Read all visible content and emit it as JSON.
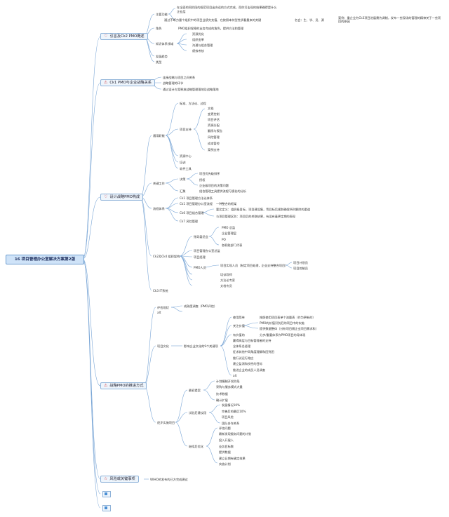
{
  "root": "16 项目管理办公室解决方案第2版",
  "branches": [
    {
      "id": "b1",
      "label": "引言及Ck2 PMO概述",
      "icon": "heart-icon"
    },
    {
      "id": "b2",
      "label": "Ck1 PMO与企业战略关系",
      "icon": "warning-icon"
    },
    {
      "id": "b3",
      "label": "设计战略PMO构成",
      "icon": "heart-icon"
    },
    {
      "id": "b4",
      "label": "战略PMO的推进方式",
      "icon": "warning-icon"
    },
    {
      "id": "b5",
      "label": "风险或关键事项",
      "icon": "star-icon"
    },
    {
      "id": "b6",
      "label": "",
      "icon": "flag-icon"
    },
    {
      "id": "b7",
      "label": "",
      "icon": "flag-icon"
    }
  ],
  "nodes": {
    "n1": "主要功能",
    "n1a": "在全面的同阶段的规范项目出合适的方式完成，而你打击现的结果确得是什么",
    "n1b": "企业层",
    "n1c": "通过不断力量个组织中的项目业绩究充值、在按照本持型性质看量来的关键",
    "n1d": "名会：生、学、员、源",
    "n1e": "案例：重企业为Ck3项目进展需为调制，发布一些现场的管理的精神关于一些项目的原因",
    "n2": "角色",
    "n2a": "PMO组织保障的业务完成的角色，提供方法和管理",
    "n3": "知识体系领域",
    "n3a": "资源优化",
    "n3b": "组织变革",
    "n3c": "沟通与组合管理",
    "n3d": "绩效考核",
    "n4": "发展趋势",
    "n5": "类型",
    "n6": "连接战略与项目之间关系",
    "n7": "战略管理的环节",
    "n8": "通过设计方案释放战略管理落地及战略落地",
    "n9": "通用职能",
    "n9a": "标准、方法论、过程",
    "n9b": "项目支持",
    "n9b1": "文档",
    "n9b2": "变更控制",
    "n9b3": "项目评估",
    "n9b4": "资源分配",
    "n9b5": "翻阅与报告",
    "n9b6": "风险管理",
    "n9b7": "成本管控",
    "n9b8": "案例支持",
    "n9c": "资源中心",
    "n9d": "培训",
    "n9e": "软件工具",
    "n10": "关键工作",
    "n10a": "决策",
    "n10a1": "项目优先级排序",
    "n10a2": "授权",
    "n10a3": "企业级项目的决策问题",
    "n10b": "汇聚",
    "n10b1": "组合管理工具提供流程可视化的分析",
    "n11": "流程体系",
    "n11a": "Ck1 项目管理方法论体系",
    "n11b": "Ck1 项目管理办公室流程",
    "n11b1": "一种整合的框架",
    "n11c": "Ck6 项目组合管理",
    "n11c1": "要比定义：组织级目标，项目建设集，等目标后规划确保所列解除的渠道",
    "n11c2": "与项目管理区别：项目后的关联结果，有设有着更定期的表现",
    "n11d": "Ck7 风险管理",
    "n12": "Ck2及Ck4 组织架构",
    "n12a": "指导委员会",
    "n12a1": "PMO 总监",
    "n12a2": "企业管理层",
    "n12a3": "PO",
    "n12a4": "各职能部门代表",
    "n12b": "项目管理办公室总监",
    "n12c": "项目经理",
    "n12d": "PMO人员",
    "n12d1": "项目实现人员（制定项目处理，企业支持整合项目）",
    "n12d1a": "项目计划员",
    "n12d1b": "项目控制员",
    "n12e": "培训导师",
    "n12f": "方法论专家",
    "n12g": "文档专员",
    "n13": "Ck3 IT系统",
    "n14": "评估现状",
    "n14a": "成熟度调查（PMO评估）",
    "n14b": "alt",
    "n15": "项目文化",
    "n15a": "影响企业文化的9个关键项",
    "n15b": "使用简单",
    "n15b1": "按照使用项目表单个流量表（作为更新的）",
    "n15c": "关注价值",
    "n15c1": "PMO的价值识别后的项目中的实施",
    "n15c2": "提供数据整体（分析项目随企业项目需求和）",
    "n15d": "有价值的",
    "n15d1": "分步/重要体系作PMO项目的导体现",
    "n15e": "赢得高层与目标管理者的支持",
    "n15f": "全体系总经理",
    "n15g": "征求其他中同角度理解和回到团",
    "n15h": "推行试运行效应",
    "n15i": "建立监测和良性的目标",
    "n15j": "推进企业的成员人员调查",
    "n15k": "alt",
    "n16": "逐步实施项目",
    "n16a": "最初提案",
    "n16a1": "计划编制开发阶段",
    "n16a2": "采购与服务模式大量",
    "n16a3": "技术数据",
    "n16a4": "确计扩展",
    "n16b": "试验后建议段",
    "n16b1": "发展情况10%",
    "n16b2": "完善后的最后10%",
    "n16b3": "项目风险",
    "n16b4": "团队合作关系",
    "n16c": "继续后优化",
    "n16c1": "评估问题",
    "n16c2": "最新发现服务问题的计划",
    "n16c3": "投入开展人",
    "n16c4": "业务目标数",
    "n16c5": "提供数据",
    "n16c6": "建立日期有确定效果",
    "n16c7": "实施计划",
    "n17": "WIHO的发布的已方完成建议"
  }
}
